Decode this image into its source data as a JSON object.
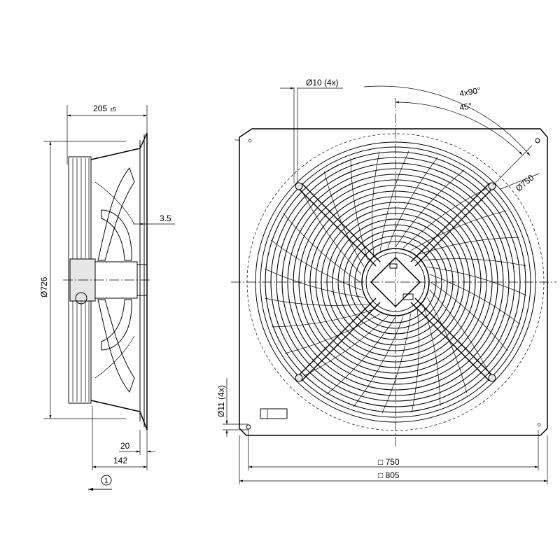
{
  "drawing": {
    "side_view": {
      "depth": "205",
      "depth_tolerance": "±5",
      "outer_diameter": "Ø726",
      "flange_thickness": "3.5",
      "flange_offset": "20",
      "mount_depth": "142",
      "airflow_marker": "1"
    },
    "front_view": {
      "hole_diameter_top": "Ø10 (4x)",
      "angle_spacing": "4x90°",
      "angle_offset": "45°",
      "bolt_circle": "Ø750",
      "hole_diameter_corner": "Ø11 (4x)",
      "hole_spacing": "□ 750",
      "plate_size": "□ 805"
    }
  }
}
